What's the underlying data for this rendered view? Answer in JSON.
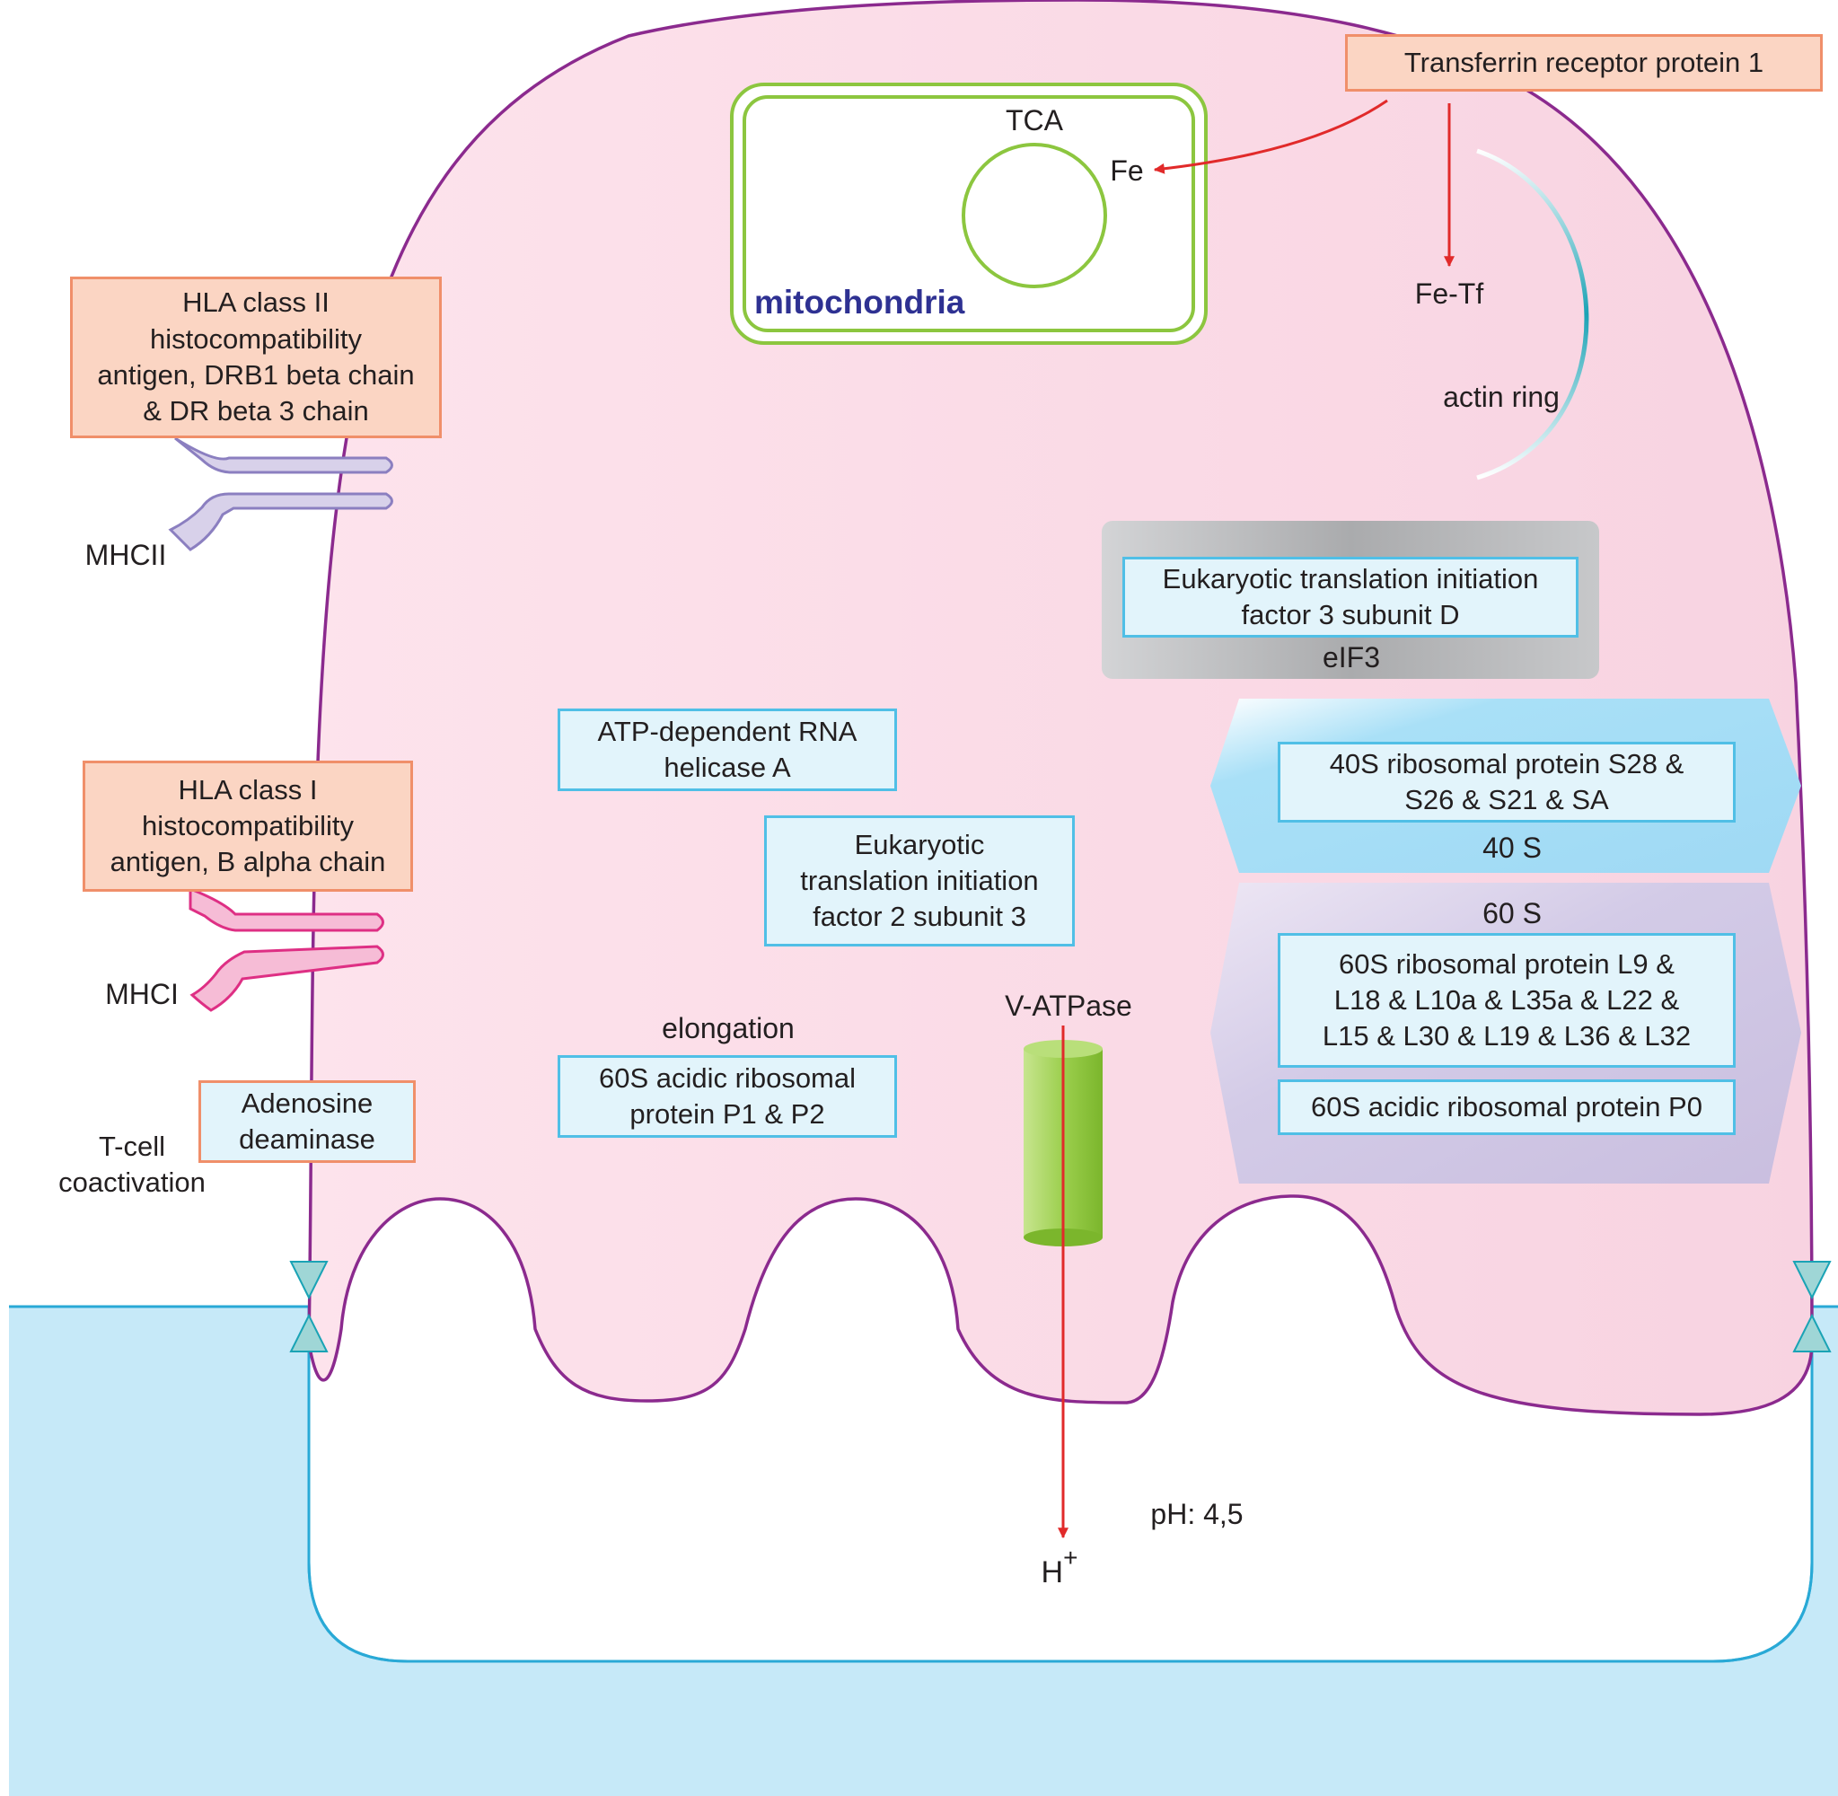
{
  "colors": {
    "cell_fill": "#fadbe6",
    "membrane": "#8b2a8e",
    "lumen_line": "#29a9d6",
    "extracellular": "#c6e9f8",
    "mito_green": "#8cc63f",
    "mito_text": "#2e3192",
    "arrow_red": "#e12a2a",
    "salmon_fill": "#fbd5c3",
    "salmon_border": "#f08f6a",
    "blue_fill": "#e2f4fb",
    "blue_border": "#50bfe6"
  },
  "labels": {
    "mitochondria": "mitochondria",
    "tca": "TCA",
    "fe": "Fe",
    "fe_tf": "Fe-Tf",
    "actin_ring": "actin ring",
    "mhcii": "MHCII",
    "mhci": "MHCI",
    "tcell": "T-cell\ncoactivation",
    "elongation": "elongation",
    "vatpase": "V-ATPase",
    "ph": "pH: 4,5",
    "h_plus": "H",
    "h_plus_sup": "+",
    "eif3": "eIF3",
    "s40": "40 S",
    "s60": "60 S"
  },
  "boxes": {
    "transferrin": "Transferrin receptor protein 1",
    "hla2": "HLA class II\nhistocompatibility\nantigen, DRB1 beta chain\n& DR beta 3 chain",
    "hla1": "HLA class I\nhistocompatibility\nantigen, B alpha chain",
    "ada": "Adenosine\ndeaminase",
    "eif3d": "Eukaryotic translation initiation\nfactor 3 subunit D",
    "helicase": "ATP-dependent RNA\nhelicase A",
    "eif2": "Eukaryotic\ntranslation initiation\nfactor 2 subunit 3",
    "p1p2": "60S acidic ribosomal\nprotein P1 & P2",
    "s40_proteins": "40S ribosomal protein S28 &\nS26 & S21 & SA",
    "s60_proteins": "60S ribosomal protein L9 &\nL18 & L10a & L35a & L22 &\nL15 & L30 & L19 & L36 & L32",
    "p0": "60S acidic ribosomal protein P0"
  }
}
